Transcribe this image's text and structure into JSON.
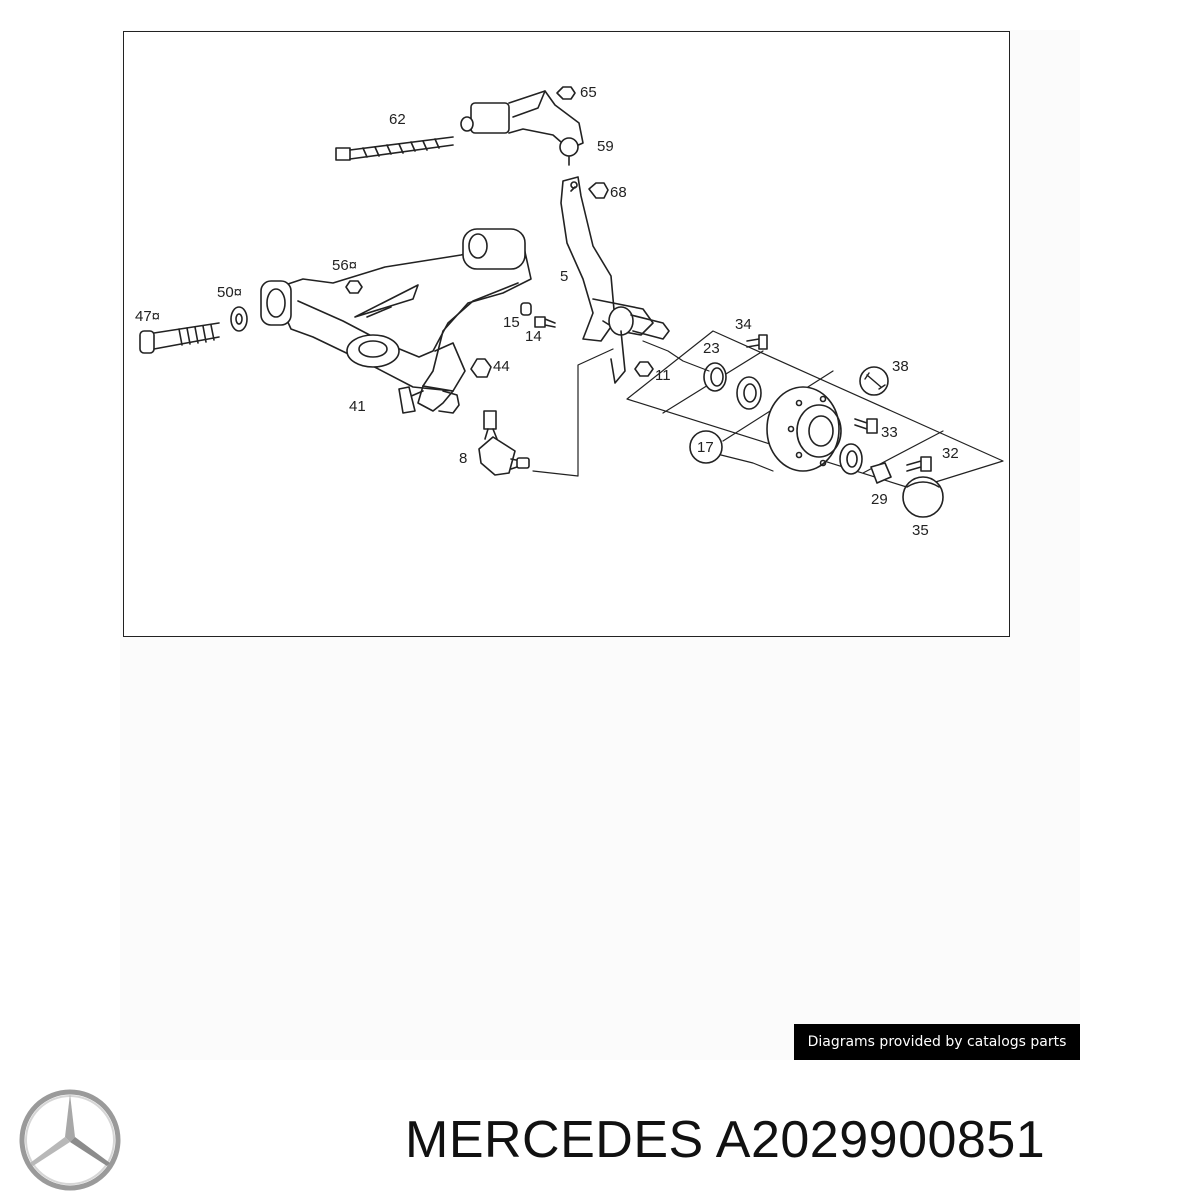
{
  "diagram": {
    "labels": [
      {
        "id": "62",
        "text": "62"
      },
      {
        "id": "65",
        "text": "65"
      },
      {
        "id": "59",
        "text": "59"
      },
      {
        "id": "68",
        "text": "68"
      },
      {
        "id": "5",
        "text": "5"
      },
      {
        "id": "56",
        "text": "56¤"
      },
      {
        "id": "50",
        "text": "50¤"
      },
      {
        "id": "47",
        "text": "47¤"
      },
      {
        "id": "15",
        "text": "15"
      },
      {
        "id": "14",
        "text": "14"
      },
      {
        "id": "34",
        "text": "34"
      },
      {
        "id": "23",
        "text": "23"
      },
      {
        "id": "38",
        "text": "38"
      },
      {
        "id": "44",
        "text": "44"
      },
      {
        "id": "11",
        "text": "11"
      },
      {
        "id": "41",
        "text": "41"
      },
      {
        "id": "33",
        "text": "33"
      },
      {
        "id": "17",
        "text": "17"
      },
      {
        "id": "32",
        "text": "32"
      },
      {
        "id": "8",
        "text": "8"
      },
      {
        "id": "29",
        "text": "29"
      },
      {
        "id": "35",
        "text": "35"
      }
    ]
  },
  "credit": "Diagrams provided by catalogs parts",
  "brand_icon": "mercedes-star-logo",
  "title": "MERCEDES A2029900851"
}
